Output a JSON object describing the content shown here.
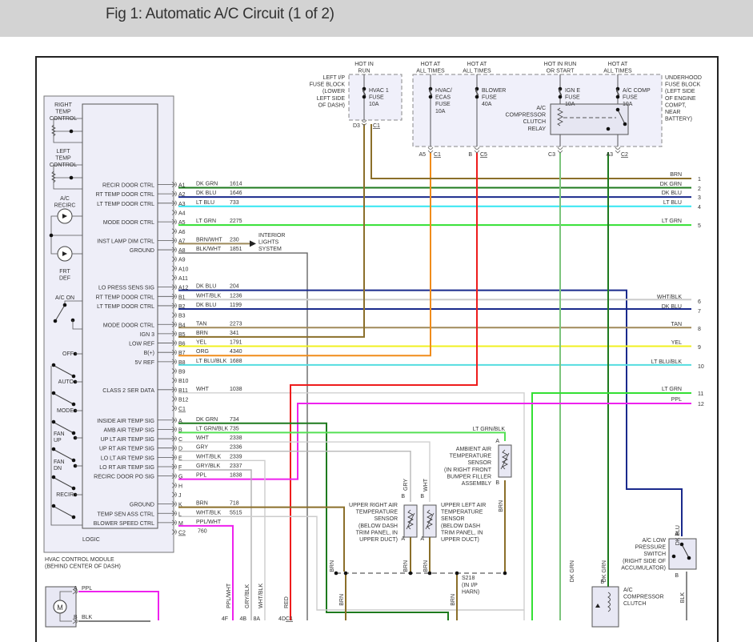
{
  "header": {
    "title": "Fig 1: Automatic A/C Circuit (1 of 2)"
  },
  "colors": {
    "BRN": "#8b6f2a",
    "DK_GRN": "#1e7a1e",
    "DK_BLU": "#1a2a8c",
    "LT_BLU": "#33e6f2",
    "LT_GRN": "#33e033",
    "BRN_WHT": "#9d8a5a",
    "BLK_WHT": "#666666",
    "WHT_BLK": "#cccccc",
    "TAN": "#a08a5a",
    "YEL": "#f0f020",
    "ORG": "#f08c1a",
    "LT_BLU_BLK": "#55dde0",
    "WHT": "#d0d0d0",
    "LT_GRN_BLK": "#55e055",
    "GRY": "#b8b8b8",
    "GRY_BLK": "#b0b0b0",
    "PPL": "#ee22ee",
    "PPL_WHT": "#ee22ee",
    "RED": "#ee1c1c",
    "DK_GRN_WHT": "#7cc47c",
    "BLK": "#555555",
    "module_fill": "#eeeef8",
    "fuse_box_fill": "#f0f0fa"
  },
  "fuse_blocks": {
    "left_ip": {
      "label": [
        "LEFT I/P",
        "FUSE BLOCK",
        "(LOWER",
        "LEFT SIDE",
        "OF DASH)"
      ],
      "feed": [
        "HOT IN",
        "RUN"
      ],
      "fuse": [
        "HVAC 1",
        "FUSE",
        "10A"
      ],
      "terminals": [
        "D3",
        "C1"
      ],
      "wires": [
        "BRN",
        "BRN"
      ]
    },
    "underhood": {
      "label": [
        "UNDERHOOD",
        "FUSE BLOCK",
        "(LEFT SIDE",
        "OF ENGINE",
        "COMPT,",
        "NEAR",
        "BATTERY)"
      ],
      "fuses": [
        {
          "feed": [
            "HOT AT",
            "ALL TIMES"
          ],
          "fuse": [
            "HVAC/",
            "ECAS",
            "FUSE",
            "10A"
          ],
          "pin": "A5",
          "conn": "C1",
          "wire": "ORG"
        },
        {
          "feed": [
            "HOT AT",
            "ALL TIMES"
          ],
          "fuse": [
            "BLOWER",
            "FUSE",
            "40A"
          ],
          "pin": "B",
          "conn": "C5",
          "wire": "RED"
        },
        {
          "feed": [
            "HOT IN RUN",
            "OR START"
          ],
          "fuse": [
            "IGN E",
            "FUSE",
            "10A"
          ],
          "pin": "C3",
          "conn": "",
          "wire": "DK GRN/WHT"
        },
        {
          "feed": [
            "HOT AT",
            "ALL TIMES"
          ],
          "fuse": [
            "A/C COMP",
            "FUSE",
            "10A"
          ],
          "pin": "A3",
          "conn": "C2",
          "wire": "DK GRN"
        }
      ],
      "relay": [
        "A/C",
        "COMPRESSOR",
        "CLUTCH",
        "RELAY"
      ]
    }
  },
  "hvac_module": {
    "label": [
      "HVAC CONTROL MODULE",
      "(BEHIND CENTER OF DASH)"
    ],
    "logic_label": "LOGIC",
    "controls": {
      "right_temp": [
        "RIGHT",
        "TEMP",
        "CONTROL"
      ],
      "left_temp": [
        "LEFT",
        "TEMP",
        "CONTROL"
      ],
      "ac_recirc": [
        "A/C",
        "RECIRC"
      ],
      "frt_def": [
        "FRT",
        "DEF"
      ],
      "ac_on": "A/C ON",
      "modes": [
        "OFF",
        "AUTO",
        "MODE",
        "FAN UP",
        "FAN DN",
        "RECIR"
      ]
    },
    "pins": [
      {
        "signal": "RECIR DOOR CTRL",
        "pin": "A1",
        "color": "DK GRN",
        "circuit": "1614"
      },
      {
        "signal": "RT TEMP DOOR CTRL",
        "pin": "A2",
        "color": "DK BLU",
        "circuit": "1646"
      },
      {
        "signal": "LT TEMP DOOR CTRL",
        "pin": "A3",
        "color": "LT BLU",
        "circuit": "733"
      },
      {
        "signal": "",
        "pin": "A4",
        "color": "",
        "circuit": ""
      },
      {
        "signal": "MODE DOOR CTRL",
        "pin": "A5",
        "color": "LT GRN",
        "circuit": "2275"
      },
      {
        "signal": "",
        "pin": "A6",
        "color": "",
        "circuit": ""
      },
      {
        "signal": "INST LAMP DIM CTRL",
        "pin": "A7",
        "color": "BRN/WHT",
        "circuit": "230"
      },
      {
        "signal": "GROUND",
        "pin": "A8",
        "color": "BLK/WHT",
        "circuit": "1851"
      },
      {
        "signal": "",
        "pin": "A9",
        "color": "",
        "circuit": ""
      },
      {
        "signal": "",
        "pin": "A10",
        "color": "",
        "circuit": ""
      },
      {
        "signal": "",
        "pin": "A11",
        "color": "",
        "circuit": ""
      },
      {
        "signal": "LO PRESS SENS SIG",
        "pin": "A12",
        "color": "DK BLU",
        "circuit": "204"
      },
      {
        "signal": "RT TEMP DOOR CTRL",
        "pin": "B1",
        "color": "WHT/BLK",
        "circuit": "1236"
      },
      {
        "signal": "LT TEMP DOOR CTRL",
        "pin": "B2",
        "color": "DK BLU",
        "circuit": "1199"
      },
      {
        "signal": "",
        "pin": "B3",
        "color": "",
        "circuit": ""
      },
      {
        "signal": "MODE DOOR CTRL",
        "pin": "B4",
        "color": "TAN",
        "circuit": "2273"
      },
      {
        "signal": "IGN 3",
        "pin": "B5",
        "color": "BRN",
        "circuit": "341"
      },
      {
        "signal": "LOW REF",
        "pin": "B6",
        "color": "YEL",
        "circuit": "1791"
      },
      {
        "signal": "B(+)",
        "pin": "B7",
        "color": "ORG",
        "circuit": "4340"
      },
      {
        "signal": "5V REF",
        "pin": "B8",
        "color": "LT BLU/BLK",
        "circuit": "1688"
      },
      {
        "signal": "",
        "pin": "B9",
        "color": "",
        "circuit": ""
      },
      {
        "signal": "",
        "pin": "B10",
        "color": "",
        "circuit": ""
      },
      {
        "signal": "CLASS 2 SER DATA",
        "pin": "B11",
        "color": "WHT",
        "circuit": "1038"
      },
      {
        "signal": "",
        "pin": "B12",
        "color": "",
        "circuit": ""
      },
      {
        "signal": "",
        "pin": "C1",
        "color": "",
        "circuit": ""
      },
      {
        "signal": "INSIDE AIR TEMP SIG",
        "pin": "A",
        "color": "DK GRN",
        "circuit": "734"
      },
      {
        "signal": "AMB AIR TEMP SIG",
        "pin": "B",
        "color": "LT GRN/BLK",
        "circuit": "735"
      },
      {
        "signal": "UP LT AIR TEMP SIG",
        "pin": "C",
        "color": "WHT",
        "circuit": "2338"
      },
      {
        "signal": "UP RT AIR TEMP SIG",
        "pin": "D",
        "color": "GRY",
        "circuit": "2336"
      },
      {
        "signal": "LO LT AIR TEMP SIG",
        "pin": "E",
        "color": "WHT/BLK",
        "circuit": "2339"
      },
      {
        "signal": "LO RT AIR TEMP SIG",
        "pin": "F",
        "color": "GRY/BLK",
        "circuit": "2337"
      },
      {
        "signal": "RECIRC DOOR PO SIG",
        "pin": "G",
        "color": "PPL",
        "circuit": "1838"
      },
      {
        "signal": "",
        "pin": "H",
        "color": "",
        "circuit": ""
      },
      {
        "signal": "",
        "pin": "J",
        "color": "",
        "circuit": ""
      },
      {
        "signal": "GROUND",
        "pin": "K",
        "color": "BRN",
        "circuit": "718"
      },
      {
        "signal": "TEMP SEN ASS CTRL",
        "pin": "L",
        "color": "WHT/BLK",
        "circuit": "5515"
      },
      {
        "signal": "BLOWER SPEED CTRL",
        "pin": "M",
        "color": "PPL/WHT",
        "circuit": ""
      },
      {
        "signal": "",
        "pin": "C2",
        "color": "",
        "circuit": "760"
      }
    ]
  },
  "interior_lights": [
    "INTERIOR",
    "LIGHTS",
    "SYSTEM"
  ],
  "right_edge_refs": [
    {
      "num": "1",
      "color": "BRN"
    },
    {
      "num": "2",
      "color": "DK GRN"
    },
    {
      "num": "3",
      "color": "DK BLU"
    },
    {
      "num": "4",
      "color": "LT BLU"
    },
    {
      "num": "5",
      "color": "LT GRN"
    },
    {
      "num": "6",
      "color": "WHT/BLK"
    },
    {
      "num": "7",
      "color": "DK BLU"
    },
    {
      "num": "8",
      "color": "TAN"
    },
    {
      "num": "9",
      "color": "YEL"
    },
    {
      "num": "10",
      "color": "LT BLU/BLK"
    },
    {
      "num": "11",
      "color": "LT GRN"
    },
    {
      "num": "12",
      "color": "PPL"
    }
  ],
  "sensors": {
    "ambient": {
      "label": [
        "AMBIENT AIR",
        "TEMPERATURE",
        "SENSOR",
        "(IN RIGHT FRONT",
        "BUMPER FILLER",
        "ASSEMBLY"
      ],
      "pins": [
        "A",
        "B"
      ],
      "in_wire": "LT GRN/BLK",
      "out_wire": "BRN"
    },
    "upper_right": {
      "label": [
        "UPPER RIGHT AIR",
        "TEMPERATURE",
        "SENSOR",
        "(BELOW DASH",
        "TRIM PANEL, IN",
        "UPPER DUCT)"
      ],
      "pins": [
        "B",
        "A"
      ],
      "in_wire": "GRY",
      "out_wire": "BRN"
    },
    "upper_left": {
      "label": [
        "UPPER LEFT AIR",
        "TEMPERATURE",
        "SENSOR",
        "(BELOW DASH",
        "TRIM PANEL, IN",
        "UPPER DUCT)"
      ],
      "pins": [
        "B",
        "A"
      ],
      "in_wire": "WHT",
      "out_wire": "BRN"
    }
  },
  "splice": {
    "name": "S218",
    "location": [
      "(IN I/P",
      "HARN)"
    ]
  },
  "low_pressure_switch": {
    "label": [
      "A/C LOW",
      "PRESSURE",
      "SWITCH",
      "(RIGHT SIDE OF",
      "ACCUMULATOR)"
    ],
    "pins": [
      "A",
      "B"
    ],
    "in_wire": "DK BLU",
    "out_wire": "BLK"
  },
  "compressor_clutch": {
    "label": [
      "A/C",
      "COMPRESSOR",
      "CLUTCH"
    ],
    "pin": "B",
    "in_wire": "DK GRN"
  },
  "blower_motor": {
    "pins": [
      "A",
      "B"
    ],
    "wires": [
      "PPL",
      "BLK"
    ],
    "symbol": "M"
  },
  "bottom_connectors": [
    {
      "pin": "4F",
      "wire": "PPL/WHT"
    },
    {
      "pin": "4B",
      "wire": "GRY/BLK"
    },
    {
      "pin": "8A",
      "wire": "WHT/BLK"
    },
    {
      "pin": "4D",
      "wire": "RED"
    },
    {
      "pin": "C1",
      "wire": ""
    }
  ]
}
